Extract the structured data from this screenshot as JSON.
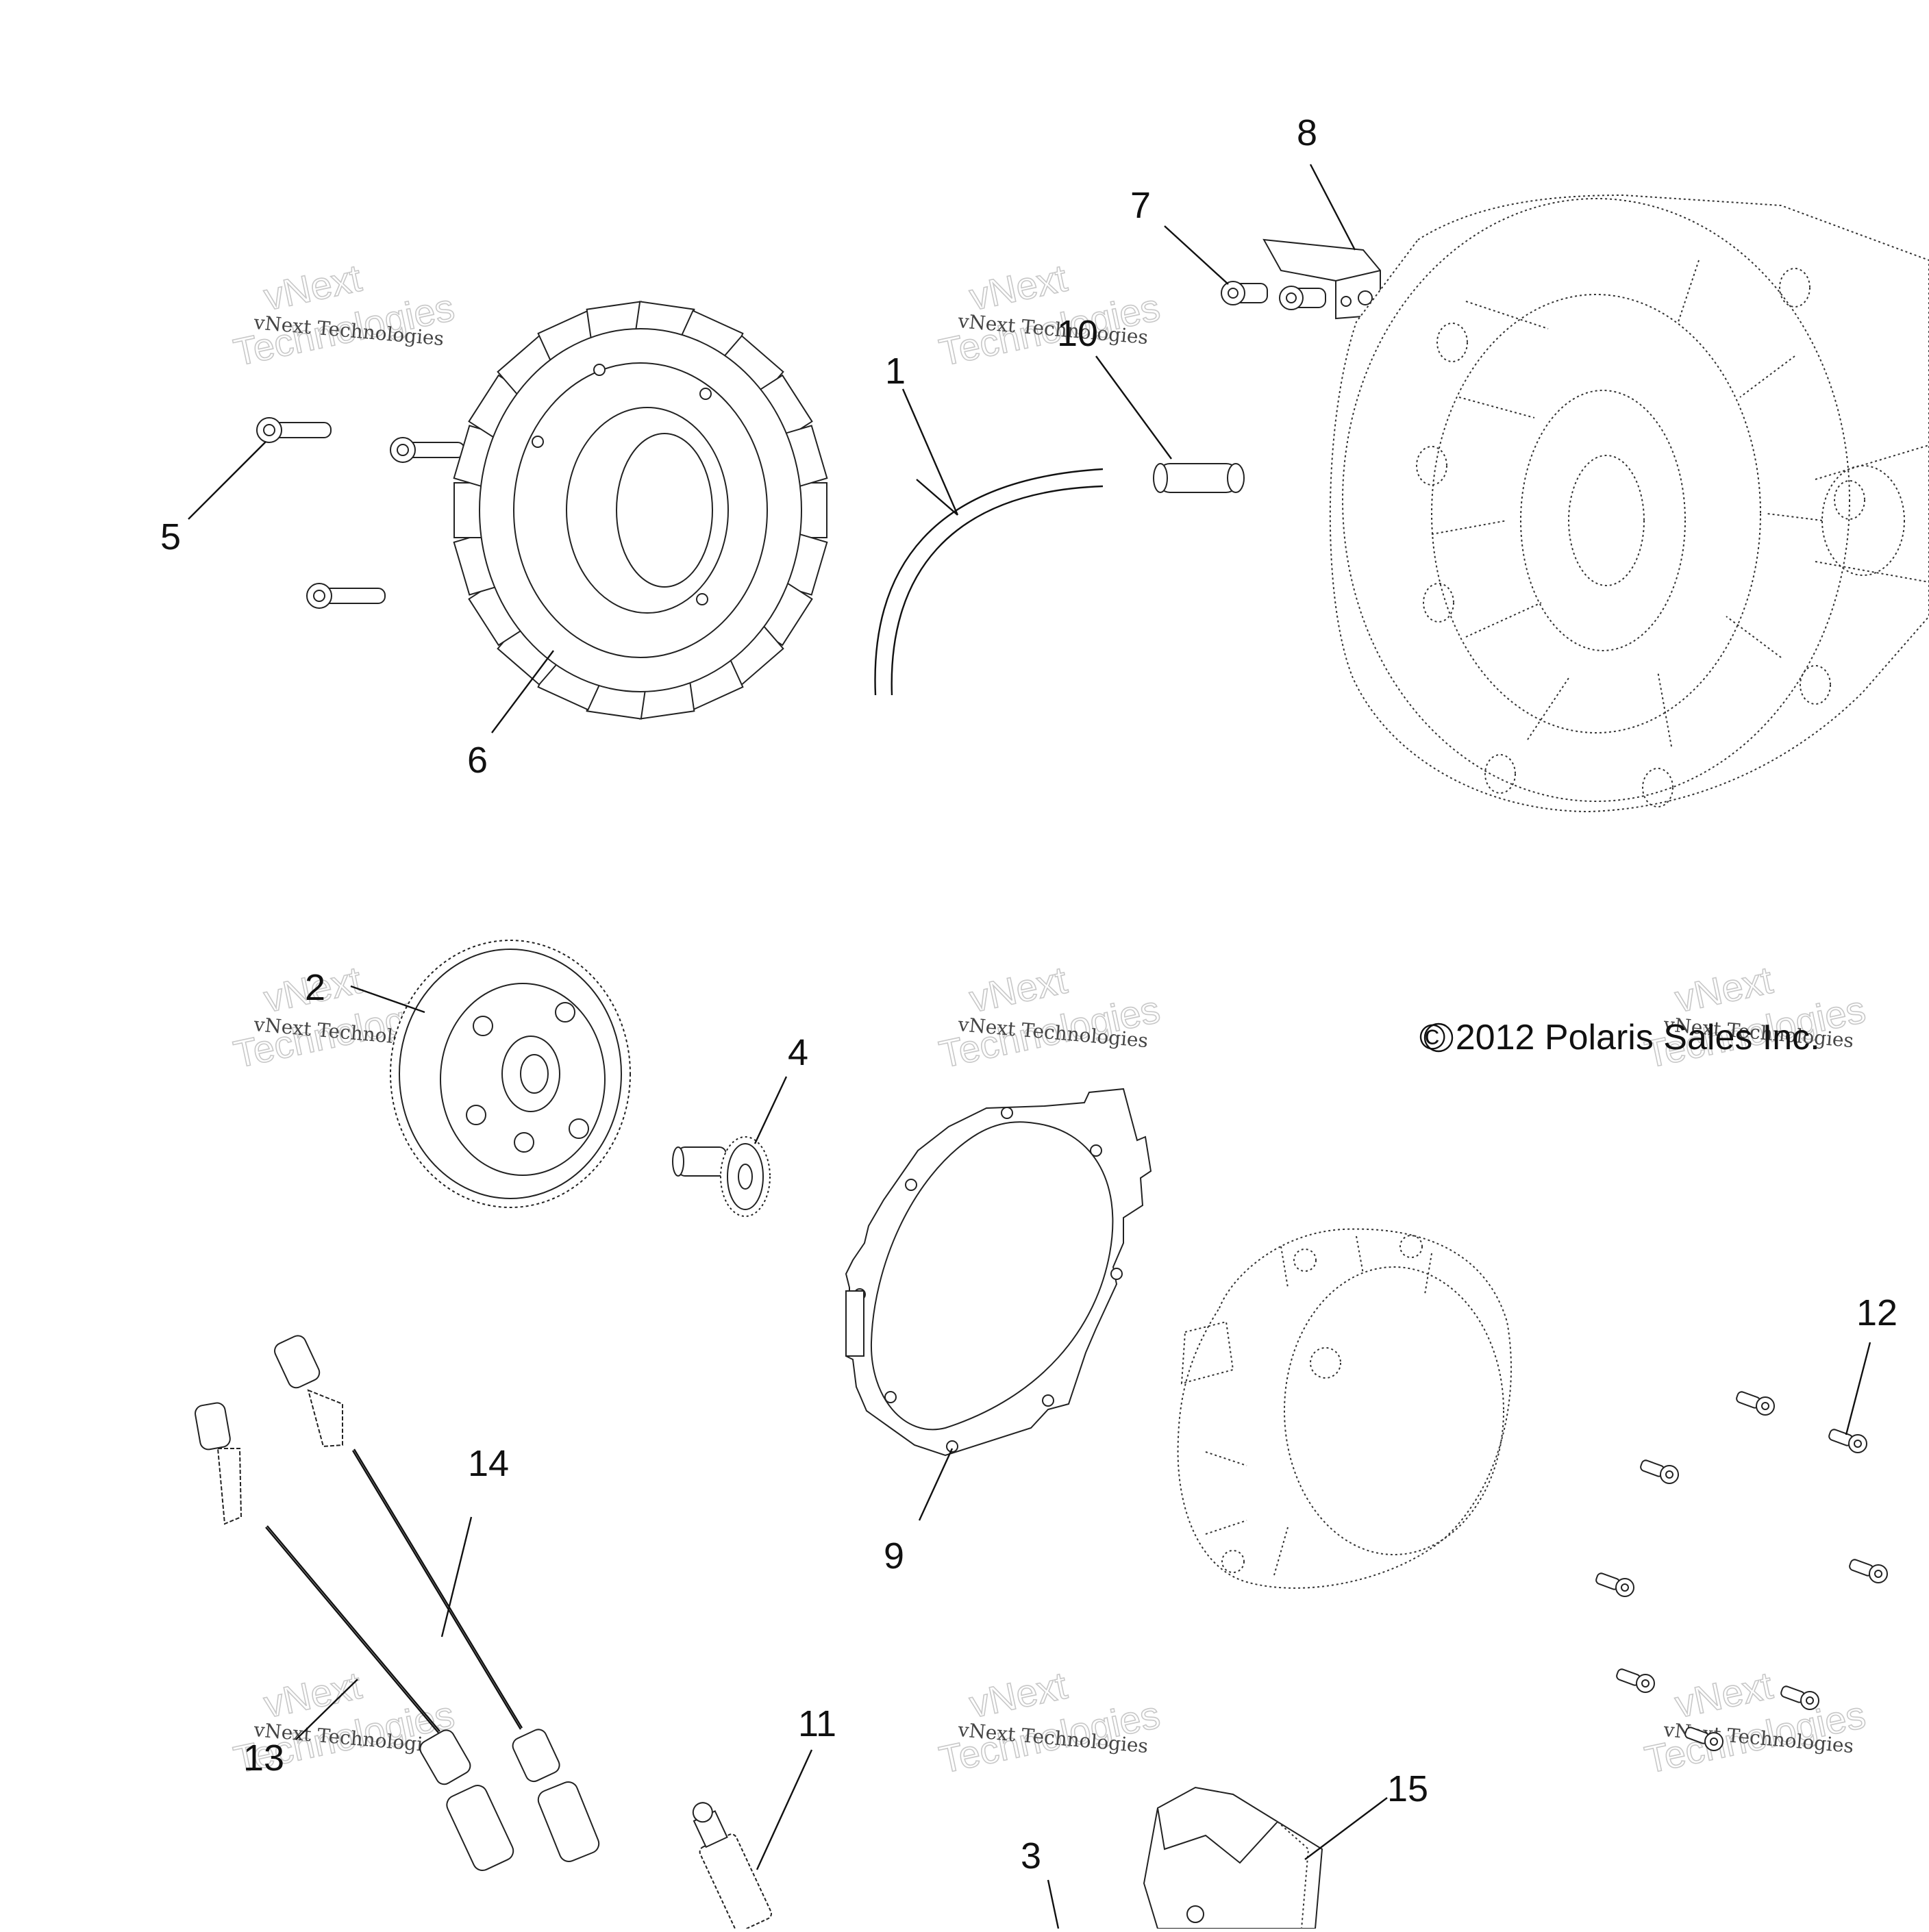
{
  "copyright": "© 2012 Polaris Sales Inc.",
  "watermark": {
    "line1": "vNext Technologies",
    "line2": "vNext",
    "line3": "Technologies"
  },
  "callouts": [
    "1",
    "2",
    "3",
    "4",
    "5",
    "6",
    "7",
    "8",
    "9",
    "10",
    "11",
    "12",
    "13",
    "14",
    "15"
  ]
}
